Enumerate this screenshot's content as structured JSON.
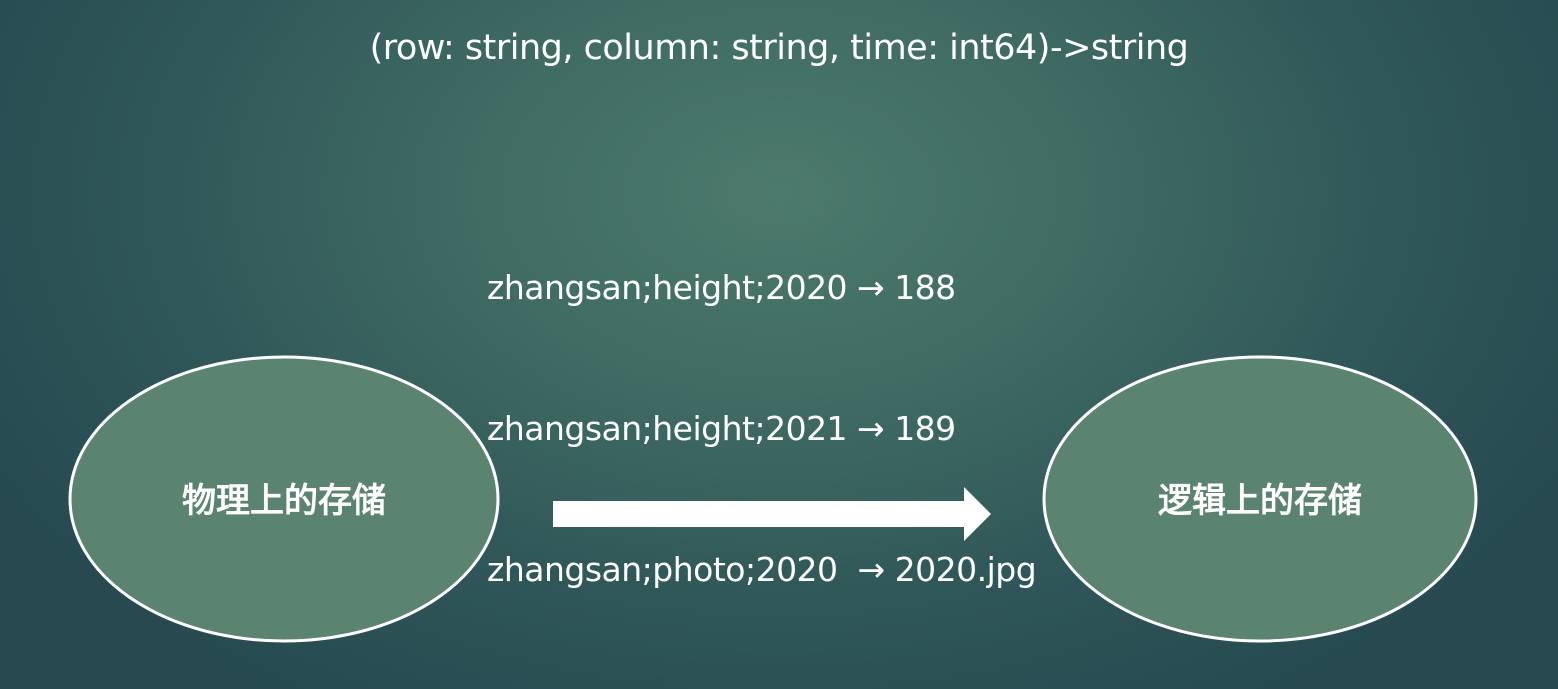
{
  "slide": {
    "signature": "(row: string, column: string, time: int64)->string",
    "examples": [
      "zhangsan;height;2020 → 188",
      "zhangsan;height;2021 → 189",
      "zhangsan;photo;2020  → 2020.jpg"
    ]
  },
  "diagram": {
    "left_node": {
      "label": "物理上的存储"
    },
    "right_node": {
      "label": "逻辑上的存储"
    }
  },
  "colors": {
    "node_fill": "#5a8470",
    "node_stroke": "#ffffff",
    "arrow": "#ffffff",
    "text": "#ffffff"
  }
}
